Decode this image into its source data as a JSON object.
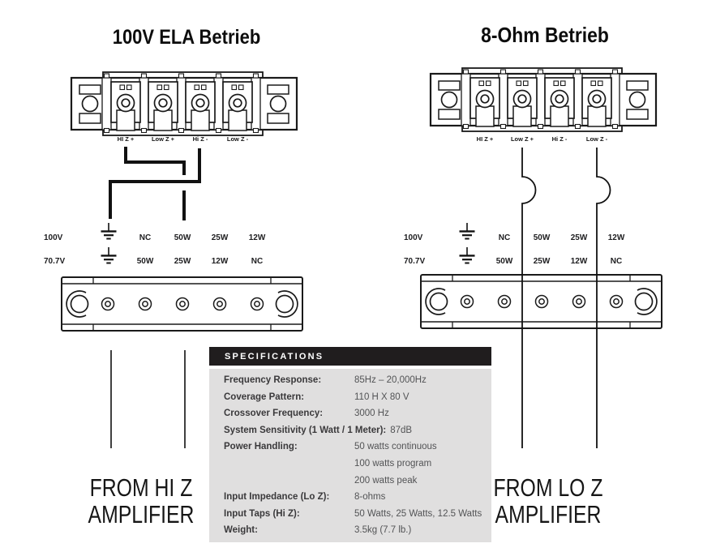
{
  "left_diagram": {
    "title": "100V ELA Betrieb",
    "terminal_labels": [
      "HI Z +",
      "Low Z +",
      "Hi Z -",
      "Low Z -"
    ],
    "row1": {
      "voltage": "100V",
      "taps": [
        "NC",
        "50W",
        "25W",
        "12W"
      ]
    },
    "row2": {
      "voltage": "70.7V",
      "taps": [
        "50W",
        "25W",
        "12W",
        "NC"
      ]
    },
    "source_label_line1": "FROM HI Z",
    "source_label_line2": "AMPLIFIER"
  },
  "right_diagram": {
    "title": "8-Ohm Betrieb",
    "terminal_labels": [
      "HI Z +",
      "Low Z +",
      "Hi Z -",
      "Low Z -"
    ],
    "row1": {
      "voltage": "100V",
      "taps": [
        "NC",
        "50W",
        "25W",
        "12W"
      ]
    },
    "row2": {
      "voltage": "70.7V",
      "taps": [
        "50W",
        "25W",
        "12W",
        "NC"
      ]
    },
    "source_label_line1": "FROM LO Z",
    "source_label_line2": "AMPLIFIER"
  },
  "specifications": {
    "header": "SPECIFICATIONS",
    "rows": [
      {
        "label": "Frequency Response:",
        "value": "85Hz – 20,000Hz"
      },
      {
        "label": "Coverage Pattern:",
        "value": "110 H X 80 V"
      },
      {
        "label": "Crossover Frequency:",
        "value": "3000 Hz"
      },
      {
        "label": "System Sensitivity (1 Watt / 1 Meter):",
        "value": "87dB"
      },
      {
        "label": "Power Handling:",
        "value": "50 watts continuous"
      },
      {
        "label": "",
        "value": "100 watts program"
      },
      {
        "label": "",
        "value": "200 watts peak"
      },
      {
        "label": "Input Impedance (Lo Z):",
        "value": "8-ohms"
      },
      {
        "label": "Input Taps (Hi Z):",
        "value": "50 Watts, 25 Watts, 12.5 Watts"
      },
      {
        "label": "Weight:",
        "value": "3.5kg (7.7 lb.)"
      }
    ]
  },
  "colors": {
    "line": "#1a1a1a",
    "wire": "#111111",
    "spec_header_bg": "#201d1e",
    "spec_header_text": "#ffffff",
    "spec_body_bg": "#e0dfdf",
    "spec_label_text": "#3a393b",
    "spec_value_text": "#525355"
  }
}
